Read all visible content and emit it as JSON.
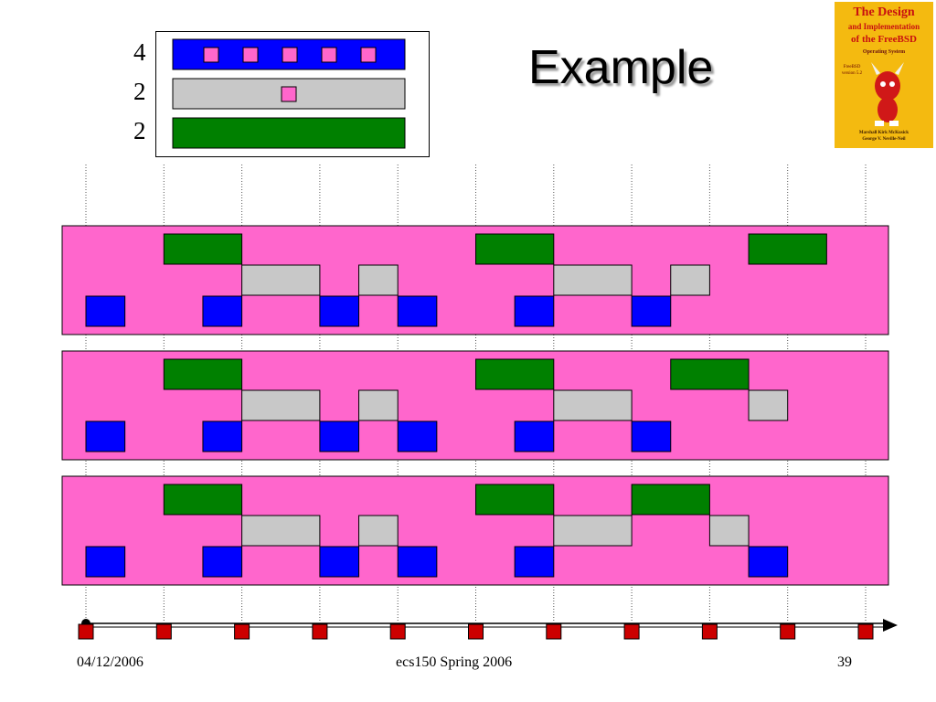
{
  "slide": {
    "title": "Example",
    "footer": {
      "date": "04/12/2006",
      "course": "ecs150 Spring 2006",
      "page": "39"
    }
  },
  "legend": [
    {
      "number": "4",
      "color": "#0000ff",
      "markers": 5
    },
    {
      "number": "2",
      "color": "#c8c8c8",
      "markers": 1
    },
    {
      "number": "2",
      "color": "#008000",
      "markers": 0
    }
  ],
  "book": {
    "line1": "The Design",
    "line2": "and Implementation",
    "line3": "of the FreeBSD",
    "line4": "Operating System",
    "badge": "FreeBSD version 5.2",
    "authors": "Marshall Kirk McKusick\nGeorge V. Neville-Neil"
  },
  "colors": {
    "background": "#ff66cc",
    "high": "#008000",
    "medium": "#c8c8c8",
    "low": "#0000ff",
    "tick": "#cc0000"
  },
  "timeline": {
    "ticks": 11
  },
  "schedules": [
    [
      {
        "row": 0,
        "start": 1,
        "dur": 1
      },
      {
        "row": 0,
        "start": 5,
        "dur": 1
      },
      {
        "row": 0,
        "start": 8.5,
        "dur": 1
      },
      {
        "row": 1,
        "start": 2,
        "dur": 1
      },
      {
        "row": 1,
        "start": 3.5,
        "dur": 0.5
      },
      {
        "row": 1,
        "start": 6,
        "dur": 1
      },
      {
        "row": 1,
        "start": 7.5,
        "dur": 0.5
      },
      {
        "row": 2,
        "start": 0,
        "dur": 0.5
      },
      {
        "row": 2,
        "start": 1.5,
        "dur": 0.5
      },
      {
        "row": 2,
        "start": 3,
        "dur": 0.5
      },
      {
        "row": 2,
        "start": 4,
        "dur": 0.5
      },
      {
        "row": 2,
        "start": 5.5,
        "dur": 0.5
      },
      {
        "row": 2,
        "start": 7,
        "dur": 0.5
      }
    ],
    [
      {
        "row": 0,
        "start": 1,
        "dur": 1
      },
      {
        "row": 0,
        "start": 5,
        "dur": 1
      },
      {
        "row": 0,
        "start": 7.5,
        "dur": 1
      },
      {
        "row": 1,
        "start": 2,
        "dur": 1
      },
      {
        "row": 1,
        "start": 3.5,
        "dur": 0.5
      },
      {
        "row": 1,
        "start": 6,
        "dur": 1
      },
      {
        "row": 1,
        "start": 8.5,
        "dur": 0.5
      },
      {
        "row": 2,
        "start": 0,
        "dur": 0.5
      },
      {
        "row": 2,
        "start": 1.5,
        "dur": 0.5
      },
      {
        "row": 2,
        "start": 3,
        "dur": 0.5
      },
      {
        "row": 2,
        "start": 4,
        "dur": 0.5
      },
      {
        "row": 2,
        "start": 5.5,
        "dur": 0.5
      },
      {
        "row": 2,
        "start": 7,
        "dur": 0.5
      }
    ],
    [
      {
        "row": 0,
        "start": 1,
        "dur": 1
      },
      {
        "row": 0,
        "start": 5,
        "dur": 1
      },
      {
        "row": 0,
        "start": 7,
        "dur": 1
      },
      {
        "row": 1,
        "start": 2,
        "dur": 1
      },
      {
        "row": 1,
        "start": 3.5,
        "dur": 0.5
      },
      {
        "row": 1,
        "start": 6,
        "dur": 1
      },
      {
        "row": 1,
        "start": 8,
        "dur": 0.5
      },
      {
        "row": 2,
        "start": 0,
        "dur": 0.5
      },
      {
        "row": 2,
        "start": 1.5,
        "dur": 0.5
      },
      {
        "row": 2,
        "start": 3,
        "dur": 0.5
      },
      {
        "row": 2,
        "start": 4,
        "dur": 0.5
      },
      {
        "row": 2,
        "start": 5.5,
        "dur": 0.5
      },
      {
        "row": 2,
        "start": 8.5,
        "dur": 0.5
      }
    ]
  ]
}
